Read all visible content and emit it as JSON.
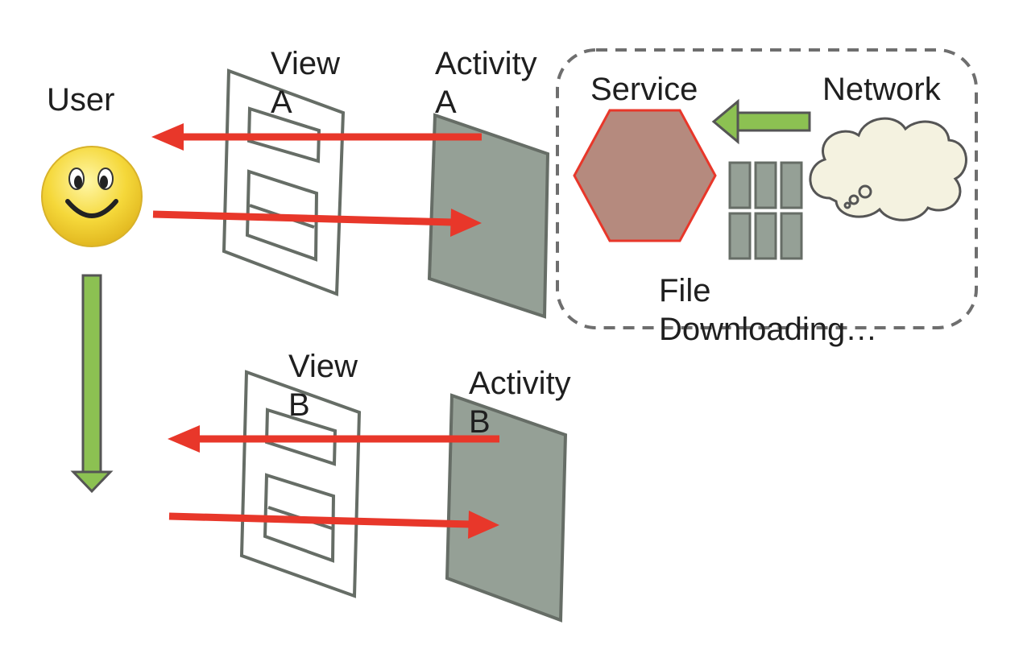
{
  "labels": {
    "user": "User",
    "view_a_1": "View",
    "view_a_2": "A",
    "activity_a_1": "Activity",
    "activity_a_2": "A",
    "service": "Service",
    "network": "Network",
    "file_1": "File",
    "file_2": "Downloading…",
    "view_b_1": "View",
    "view_b_2": "B",
    "activity_b_1": "Activity",
    "activity_b_2": "B"
  },
  "colors": {
    "arrow_red": "#e8372a",
    "arrow_green": "#8cc152",
    "panel_gray": "#95a096",
    "outline_gray": "#666d66",
    "hexagon_fill": "#b58a7e",
    "hexagon_stroke": "#e8372a",
    "cloud_fill": "#f4f2e0",
    "smiley_yellow": "#f5d83a"
  }
}
